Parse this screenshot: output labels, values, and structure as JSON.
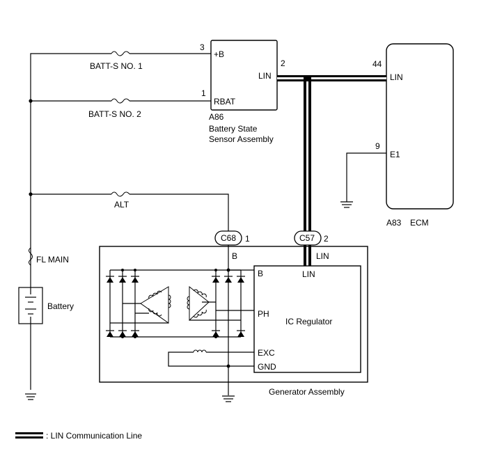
{
  "fuses": {
    "batt_s1": "BATT-S NO. 1",
    "batt_s2": "BATT-S NO. 2",
    "alt": "ALT",
    "fl_main": "FL MAIN"
  },
  "sensor": {
    "pin_b": "3",
    "label_b": "+B",
    "pin_rbat": "1",
    "label_rbat": "RBAT",
    "pin_lin": "2",
    "label_lin": "LIN",
    "code": "A86",
    "name_line1": "Battery State",
    "name_line2": "Sensor Assembly"
  },
  "ecm": {
    "pin_lin": "44",
    "label_lin": "LIN",
    "pin_e1": "9",
    "label_e1": "E1",
    "code": "A83",
    "name": "ECM"
  },
  "battery": {
    "label": "Battery"
  },
  "connectors": {
    "c68": "C68",
    "c68_pin": "1",
    "c68_term": "B",
    "c57": "C57",
    "c57_pin": "2",
    "c57_term": "LIN"
  },
  "generator": {
    "name": "Generator Assembly",
    "regulator": "IC Regulator",
    "term_b": "B",
    "term_lin": "LIN",
    "term_ph": "PH",
    "term_exc": "EXC",
    "term_gnd": "GND"
  },
  "legend": {
    "label": ": LIN Communication Line"
  }
}
